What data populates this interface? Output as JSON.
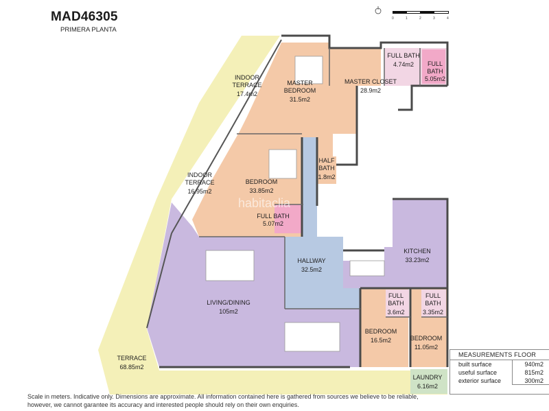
{
  "header": {
    "code": "MAD46305",
    "floor": "PRIMERA PLANTA"
  },
  "scale": {
    "ticks": [
      "0",
      "1",
      "2",
      "3",
      "4"
    ]
  },
  "rooms": {
    "master_bedroom": {
      "name": "MASTER BEDROOM",
      "line1": "MASTER",
      "line2": "BEDROOM",
      "area": "31.5m2"
    },
    "master_closet": {
      "name": "MASTER CLOSET",
      "area": "28.9m2"
    },
    "full_bath_master_1": {
      "line1": "FULL BATH",
      "area": "4.74m2"
    },
    "full_bath_master_2": {
      "line1": "FULL",
      "line2": "BATH",
      "area": "5.05m2"
    },
    "indoor_terrace_1": {
      "line1": "INDOOR",
      "line2": "TERRACE",
      "area": "17.4m2"
    },
    "indoor_terrace_2": {
      "line1": "INDOOR",
      "line2": "TERRACE",
      "area": "16.95m2"
    },
    "bedroom_1": {
      "name": "BEDROOM",
      "area": "33.85m2"
    },
    "half_bath": {
      "line1": "HALF",
      "line2": "BATH",
      "area": "1.8m2"
    },
    "full_bath_bed1": {
      "name": "FULL BATH",
      "area": "5.07m2"
    },
    "hallway": {
      "name": "HALLWAY",
      "area": "32.5m2"
    },
    "kitchen": {
      "name": "KITCHEN",
      "area": "33.23m2"
    },
    "living_dining": {
      "name": "LIVING/DINING",
      "area": "105m2"
    },
    "full_bath_bed2": {
      "line1": "FULL",
      "line2": "BATH",
      "area": "3.6m2"
    },
    "full_bath_bed3": {
      "line1": "FULL",
      "line2": "BATH",
      "area": "3.35m2"
    },
    "bedroom_2": {
      "name": "BEDROOM",
      "area": "16.5m2"
    },
    "bedroom_3": {
      "name": "BEDROOM",
      "area": "11.05m2"
    },
    "terrace": {
      "name": "TERRACE",
      "area": "68.85m2"
    },
    "laundry": {
      "name": "LAUNDRY",
      "area": "6.16m2"
    }
  },
  "measurements": {
    "title": "MEASUREMENTS FLOOR",
    "rows": [
      {
        "label": "built surface",
        "value": "940m2"
      },
      {
        "label": "useful surface",
        "value": "815m2"
      },
      {
        "label": "exterior surface",
        "value": "300m2"
      }
    ]
  },
  "watermark": "habitaclia",
  "disclaimer": "Scale in meters. Indicative only. Dimensions are approximate. All information contained here is gathered from sources we believe to be reliable, however, we cannot garantee its accuracy and interested people should rely on their own enquiries.",
  "colors": {
    "bedroom_zone": "#f4c9a8",
    "living_zone": "#c9b9df",
    "hallway": "#b7c9e2",
    "bath": "#f2a9c8",
    "terrace": "#f4f0b8",
    "laundry": "#cfe3c6",
    "wall": "#4a4a4a"
  }
}
